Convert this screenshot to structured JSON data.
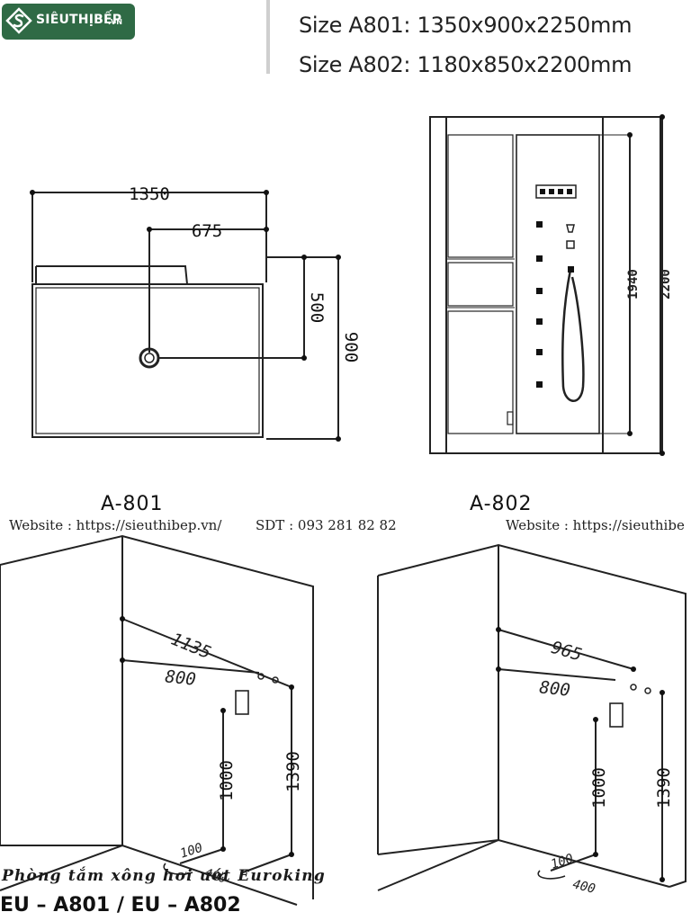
{
  "logo": {
    "brand": "SIÊUTHỊBẾP",
    "suffix": ".VN"
  },
  "sizes": [
    "Size A801: 1350x900x2250mm",
    "Size A802: 1180x850x2200mm"
  ],
  "plan_dims": {
    "width": "1350",
    "half_width": "675",
    "drain_offset": "500",
    "depth": "900"
  },
  "front_dims": {
    "panel_height": "1940",
    "total_height": "2200"
  },
  "models": {
    "a801": "A-801",
    "a802": "A-802"
  },
  "contact": {
    "website_1": "Website : https://sieuthibep.vn/",
    "phone": "SDT : 093 281 82 82",
    "website_2": "Website : https://sieuthibe"
  },
  "a801_dims": {
    "d1135": "1135",
    "d800": "800",
    "d1000": "1000",
    "d1390": "1390",
    "d100": "100",
    "d400": "400"
  },
  "a802_dims": {
    "d965": "965",
    "d800": "800",
    "d1000": "1000",
    "d1390": "1390",
    "d100": "100",
    "d400": "400"
  },
  "footer": {
    "title": "Phòng tắm xông hơi ướt Euroking",
    "model": "EU – A801 / EU – A802"
  }
}
